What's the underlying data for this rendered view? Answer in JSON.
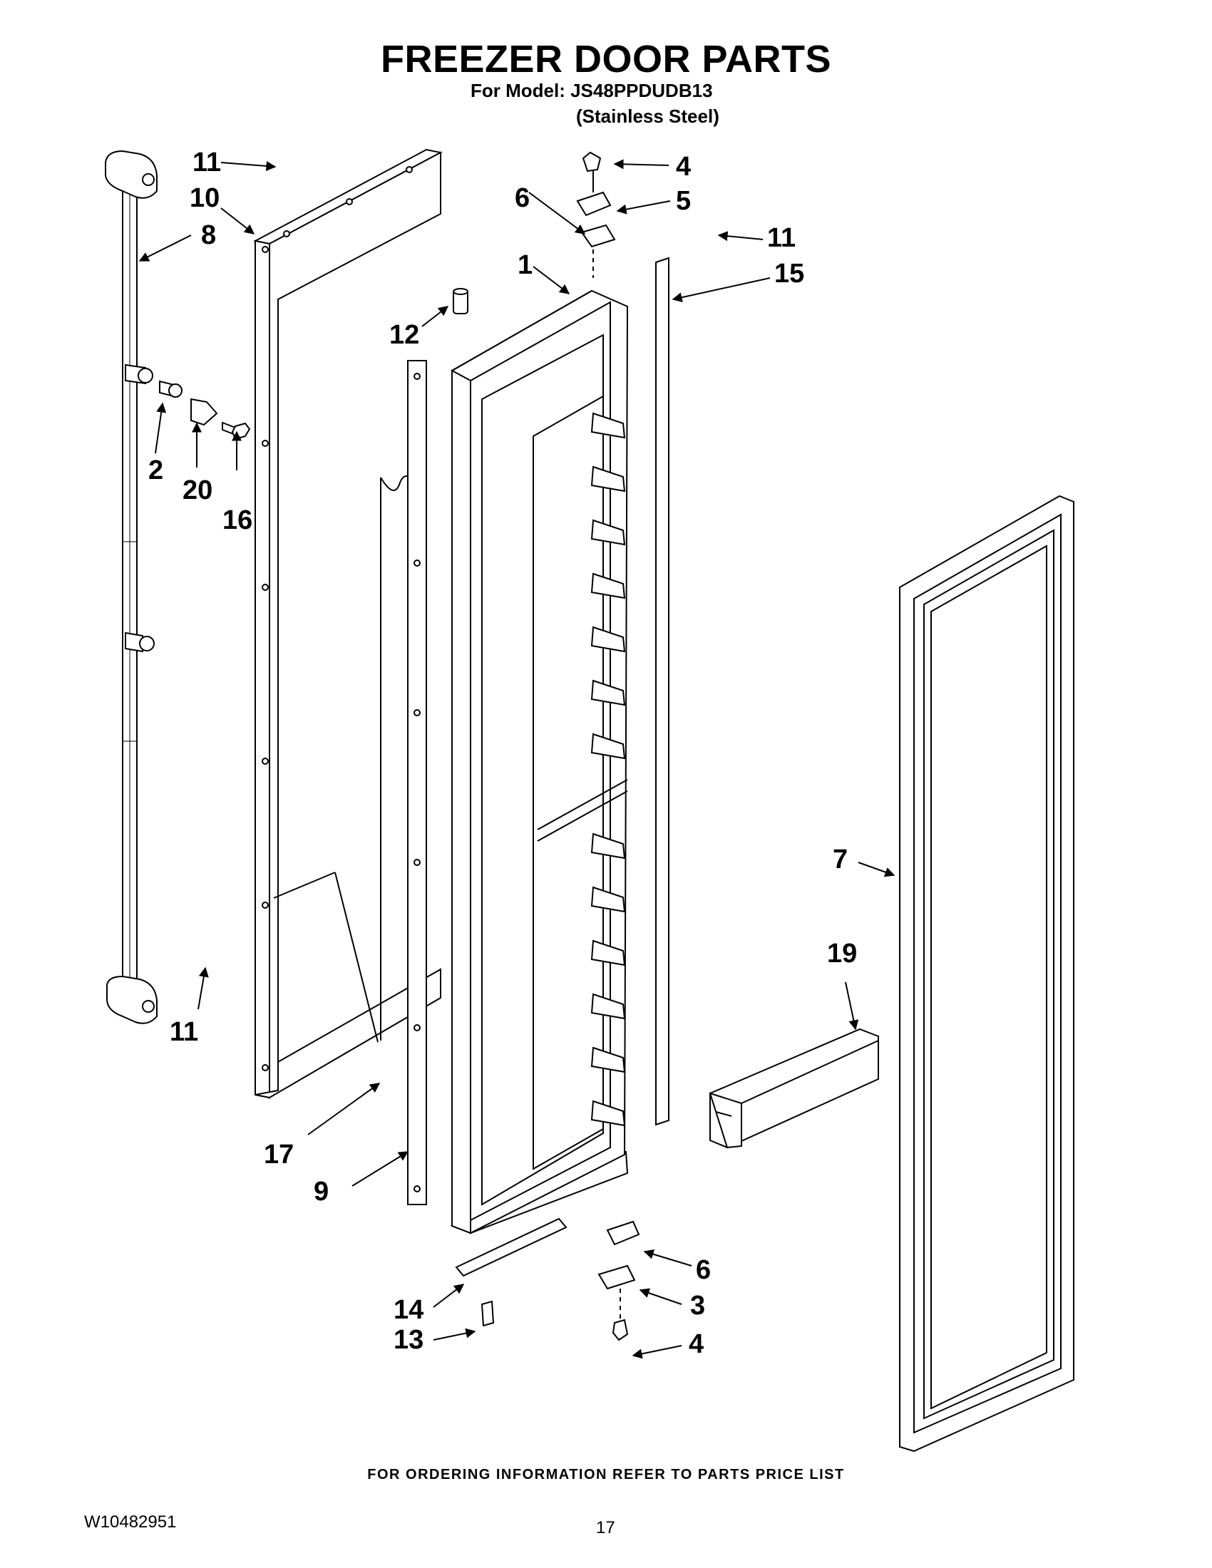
{
  "header": {
    "title": "FREEZER DOOR PARTS",
    "model_line": "For Model: JS48PPDUDB13",
    "variant": "(Stainless Steel)"
  },
  "callouts": [
    "11",
    "10",
    "8",
    "2",
    "20",
    "16",
    "11",
    "17",
    "9",
    "4",
    "6",
    "5",
    "1",
    "12",
    "11",
    "15",
    "7",
    "19",
    "6",
    "3",
    "4",
    "14",
    "13"
  ],
  "footer": {
    "ordering_note": "FOR ORDERING INFORMATION REFER TO PARTS PRICE LIST",
    "doc_id": "W10482951",
    "page_number": "17"
  }
}
